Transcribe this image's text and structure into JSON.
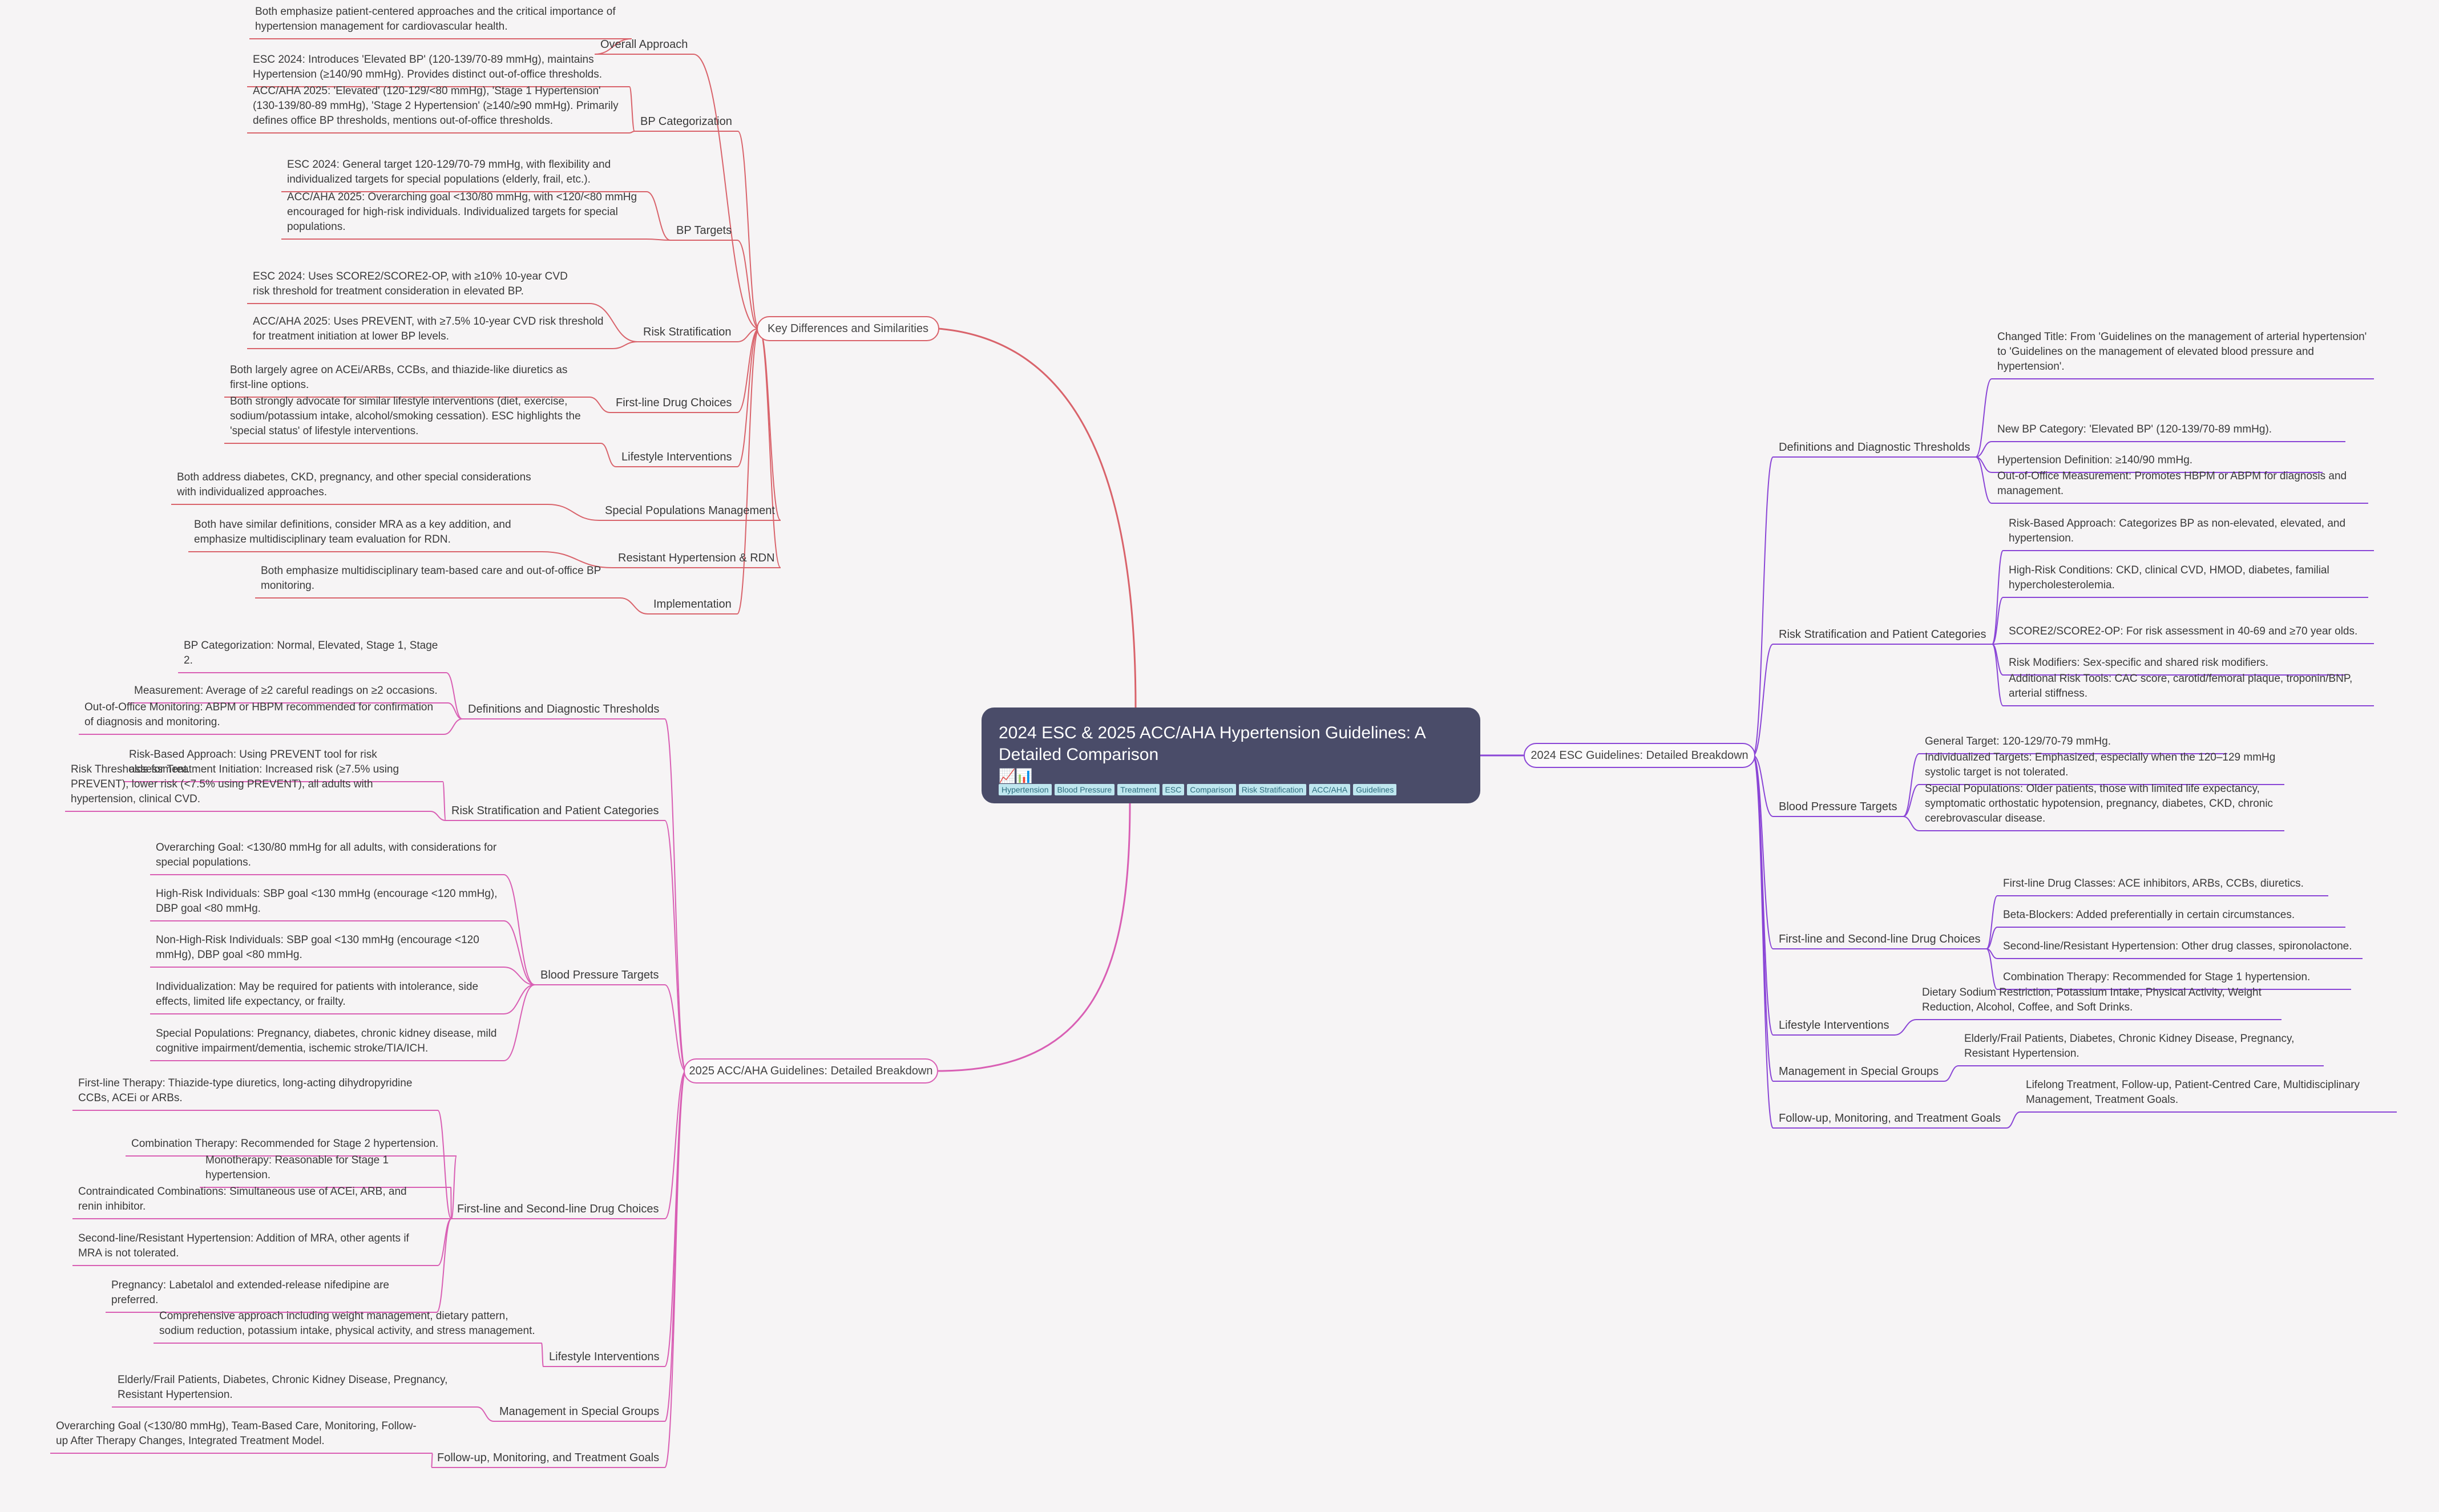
{
  "root": {
    "title": "2024 ESC & 2025 ACC/AHA Hypertension Guidelines: A Detailed Comparison",
    "emoji": "📈📊",
    "tags": [
      "Hypertension",
      "Blood Pressure",
      "Treatment",
      "ESC",
      "Comparison",
      "Risk Stratification",
      "ACC/AHA",
      "Guidelines"
    ]
  },
  "colors": {
    "kd": "#d9636b",
    "acc": "#d95fb4",
    "esc": "#8a45d6",
    "root_bg": "#4a4c69"
  },
  "branches": {
    "kd": {
      "label": "Key Differences and Similarities",
      "cats": [
        {
          "label": "Overall Approach",
          "leaves": [
            "Both emphasize patient-centered approaches and the critical importance of hypertension management for cardiovascular health."
          ]
        },
        {
          "label": "BP Categorization",
          "leaves": [
            "ESC 2024: Introduces 'Elevated BP' (120-139/70-89 mmHg), maintains Hypertension (≥140/90 mmHg).  Provides distinct out-of-office thresholds.",
            "ACC/AHA 2025: 'Elevated' (120-129/<80 mmHg), 'Stage 1 Hypertension' (130-139/80-89 mmHg), 'Stage 2 Hypertension' (≥140/≥90 mmHg). Primarily defines office BP thresholds, mentions out-of-office thresholds."
          ]
        },
        {
          "label": "BP Targets",
          "leaves": [
            "ESC 2024: General target 120-129/70-79 mmHg, with flexibility and individualized targets for special populations (elderly, frail, etc.).",
            "ACC/AHA 2025: Overarching goal <130/80 mmHg, with <120/<80 mmHg encouraged for high-risk individuals. Individualized targets for special populations."
          ]
        },
        {
          "label": "Risk Stratification",
          "leaves": [
            "ESC 2024: Uses SCORE2/SCORE2-OP, with ≥10% 10-year CVD risk threshold for treatment consideration in elevated BP.",
            "ACC/AHA 2025: Uses PREVENT, with ≥7.5% 10-year CVD risk threshold for treatment initiation at lower BP levels."
          ]
        },
        {
          "label": "First-line Drug Choices",
          "leaves": [
            "Both largely agree on ACEi/ARBs, CCBs, and thiazide-like diuretics as first-line options."
          ]
        },
        {
          "label": "Lifestyle Interventions",
          "leaves": [
            "Both strongly advocate for similar lifestyle interventions (diet, exercise, sodium/potassium intake, alcohol/smoking cessation). ESC highlights the 'special status' of lifestyle interventions."
          ]
        },
        {
          "label": "Special Populations Management",
          "leaves": [
            "Both address diabetes, CKD, pregnancy, and other special considerations with individualized approaches."
          ]
        },
        {
          "label": "Resistant Hypertension & RDN",
          "leaves": [
            "Both have similar definitions, consider MRA as a key addition, and emphasize multidisciplinary team evaluation for RDN."
          ]
        },
        {
          "label": "Implementation",
          "leaves": [
            "Both emphasize multidisciplinary team-based care and out-of-office BP monitoring."
          ]
        }
      ]
    },
    "acc": {
      "label": "2025 ACC/AHA Guidelines: Detailed Breakdown",
      "cats": [
        {
          "label": "Definitions and Diagnostic Thresholds",
          "leaves": [
            "BP Categorization: Normal, Elevated, Stage 1, Stage 2.",
            "Measurement: Average of ≥2 careful readings on ≥2 occasions.",
            "Out-of-Office Monitoring: ABPM or HBPM recommended for confirmation of diagnosis and monitoring."
          ]
        },
        {
          "label": "Risk Stratification and Patient Categories",
          "leaves": [
            "Risk-Based Approach: Using PREVENT tool for risk assessment.",
            "Risk Thresholds for Treatment Initiation: Increased risk (≥7.5% using PREVENT), lower risk (<7.5% using PREVENT), all adults with hypertension, clinical CVD."
          ]
        },
        {
          "label": "Blood Pressure Targets",
          "leaves": [
            "Overarching Goal: <130/80 mmHg for all adults, with considerations for special populations.",
            "High-Risk Individuals: SBP goal <130 mmHg (encourage <120 mmHg), DBP goal <80 mmHg.",
            "Non-High-Risk Individuals: SBP goal <130 mmHg (encourage <120 mmHg), DBP goal <80 mmHg.",
            "Individualization: May be required for patients with intolerance, side effects, limited life expectancy, or frailty.",
            "Special Populations: Pregnancy, diabetes, chronic kidney disease, mild cognitive impairment/dementia, ischemic stroke/TIA/ICH."
          ]
        },
        {
          "label": "First-line and Second-line Drug Choices",
          "leaves": [
            "First-line Therapy: Thiazide-type diuretics, long-acting dihydropyridine CCBs, ACEi or ARBs.",
            "Combination Therapy: Recommended for Stage 2 hypertension.",
            "Monotherapy: Reasonable for Stage 1 hypertension.",
            "Contraindicated Combinations: Simultaneous use of ACEi, ARB, and renin inhibitor.",
            "Second-line/Resistant Hypertension: Addition of MRA, other agents if MRA is not tolerated.",
            "Pregnancy: Labetalol and extended-release nifedipine are preferred."
          ]
        },
        {
          "label": "Lifestyle Interventions",
          "leaves": [
            "Comprehensive approach including weight management, dietary pattern, sodium reduction, potassium intake, physical activity, and stress management."
          ]
        },
        {
          "label": "Management in Special Groups",
          "leaves": [
            "Elderly/Frail Patients, Diabetes, Chronic Kidney Disease, Pregnancy, Resistant Hypertension."
          ]
        },
        {
          "label": "Follow-up, Monitoring, and Treatment Goals",
          "leaves": [
            "Overarching Goal (<130/80 mmHg), Team-Based Care, Monitoring, Follow-up After Therapy Changes, Integrated Treatment Model."
          ]
        }
      ]
    },
    "esc": {
      "label": "2024 ESC Guidelines: Detailed Breakdown",
      "cats": [
        {
          "label": "Definitions and Diagnostic Thresholds",
          "leaves": [
            "Changed Title: From 'Guidelines on the management of arterial hypertension' to 'Guidelines on the management of elevated blood pressure and hypertension'.",
            "New BP Category: 'Elevated BP' (120-139/70-89 mmHg).",
            "Hypertension Definition: ≥140/90 mmHg.",
            "Out-of-Office Measurement: Promotes HBPM or ABPM for diagnosis and management."
          ]
        },
        {
          "label": "Risk Stratification and Patient Categories",
          "leaves": [
            "Risk-Based Approach: Categorizes BP as non-elevated, elevated, and hypertension.",
            "High-Risk Conditions: CKD, clinical CVD, HMOD, diabetes, familial hypercholesterolemia.",
            "SCORE2/SCORE2-OP: For risk assessment in 40-69 and ≥70 year olds.",
            "Risk Modifiers: Sex-specific and shared risk modifiers.",
            "Additional Risk Tools: CAC score, carotid/femoral plaque, troponin/BNP, arterial stiffness."
          ]
        },
        {
          "label": "Blood Pressure Targets",
          "leaves": [
            "General Target: 120-129/70-79 mmHg.",
            "Individualized Targets: Emphasized, especially when the 120–129 mmHg systolic target is not tolerated.",
            "Special Populations: Older patients, those with limited life expectancy, symptomatic orthostatic hypotension, pregnancy, diabetes, CKD, chronic cerebrovascular disease."
          ]
        },
        {
          "label": "First-line and Second-line Drug Choices",
          "leaves": [
            "First-line Drug Classes: ACE inhibitors, ARBs, CCBs, diuretics.",
            "Beta-Blockers: Added preferentially in certain circumstances.",
            "Second-line/Resistant Hypertension: Other drug classes, spironolactone.",
            "Combination Therapy: Recommended for Stage 1 hypertension."
          ]
        },
        {
          "label": "Lifestyle Interventions",
          "leaves": [
            "Dietary Sodium Restriction, Potassium Intake, Physical Activity, Weight Reduction, Alcohol, Coffee, and Soft Drinks."
          ]
        },
        {
          "label": "Management in Special Groups",
          "leaves": [
            "Elderly/Frail Patients, Diabetes, Chronic Kidney Disease, Pregnancy, Resistant Hypertension."
          ]
        },
        {
          "label": "Follow-up, Monitoring, and Treatment Goals",
          "leaves": [
            "Lifelong Treatment, Follow-up, Patient-Centred Care, Multidisciplinary Management, Treatment Goals."
          ]
        }
      ]
    }
  }
}
